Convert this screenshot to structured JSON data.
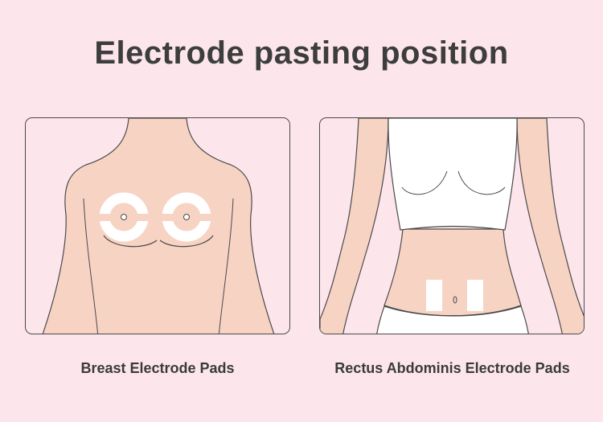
{
  "title": "Electrode pasting position",
  "panels": [
    {
      "caption": "Breast Electrode Pads"
    },
    {
      "caption": "Rectus Abdominis Electrode Pads"
    }
  ],
  "colors": {
    "background": "#fce6ec",
    "skin": "#f7d3c4",
    "outline": "#4a4a4a",
    "pad": "#ffffff",
    "text": "#3d3d3d"
  }
}
